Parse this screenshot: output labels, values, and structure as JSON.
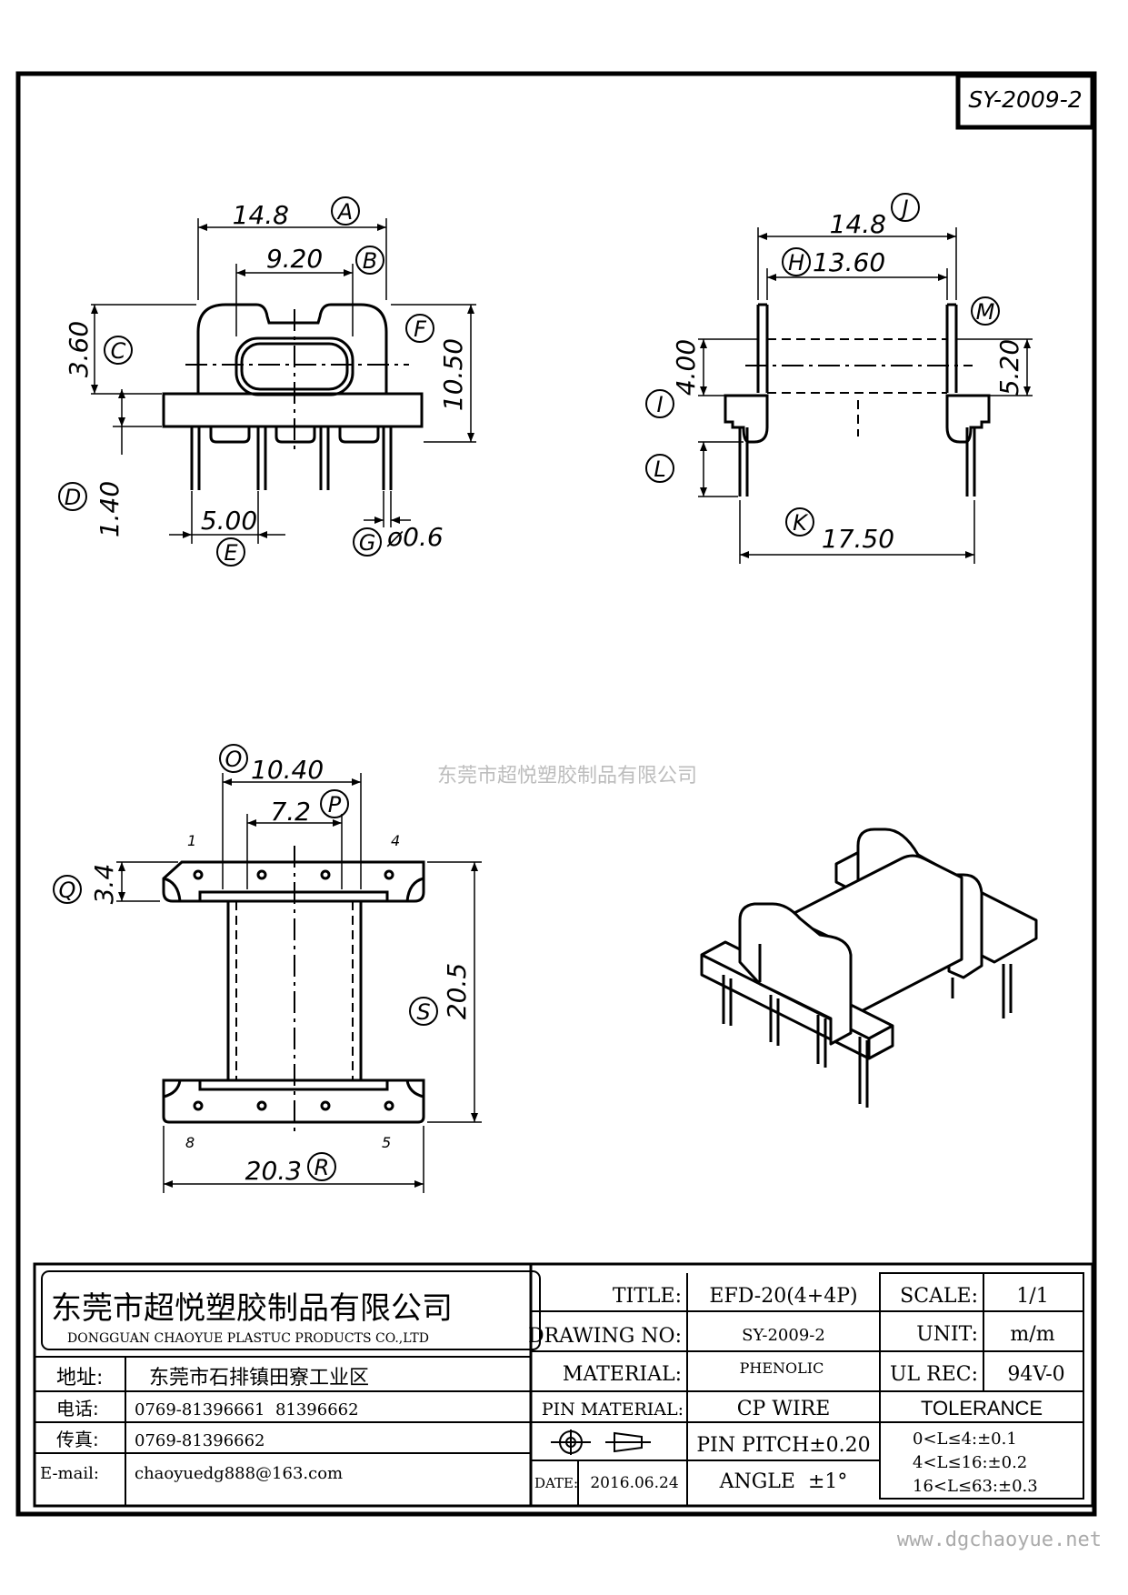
{
  "code_box": "SY-2009-2",
  "watermark": "东莞市超悦塑胶制品有限公司",
  "website": "www.dgchaoyue.net",
  "front_view": {
    "dims": {
      "a": "14.8",
      "b": "9.20",
      "c": "3.60",
      "f": "10.50",
      "d": "1.40",
      "e": "5.00",
      "g": "ø0.6"
    },
    "labels": {
      "a": "A",
      "b": "B",
      "c": "C",
      "d": "D",
      "e": "E",
      "f": "F",
      "g": "G"
    }
  },
  "side_view": {
    "dims": {
      "j": "14.8",
      "h": "13.60",
      "i": "4.00",
      "m": "5.20",
      "k": "17.50"
    },
    "labels": {
      "j": "J",
      "h": "H",
      "i": "I",
      "l": "L",
      "m": "M",
      "k": "K"
    }
  },
  "top_view": {
    "dims": {
      "o": "10.40",
      "p": "7.2",
      "q": "3.4",
      "s": "20.5",
      "r": "20.3"
    },
    "labels": {
      "o": "O",
      "p": "P",
      "q": "Q",
      "s": "S",
      "r": "R"
    },
    "pins": {
      "p1": "1",
      "p4": "4",
      "p8": "8",
      "p5": "5"
    }
  },
  "title_block": {
    "company_cn": "东莞市超悦塑胶制品有限公司",
    "company_en": "DONGGUAN CHAOYUE PLASTUC PRODUCTS CO.,LTD",
    "address_label": "地址:",
    "address": "东莞市石排镇田寮工业区",
    "tel_label": "电话:",
    "tel": "0769-81396661  81396662",
    "fax_label": "传真:",
    "fax": "0769-81396662",
    "email_label": "E-mail:",
    "email": "chaoyuedg888@163.com",
    "title_label": "TITLE:",
    "title_value": "EFD-20(4+4P)",
    "drawing_no_label": "DRAWING NO:",
    "drawing_no_value": "SY-2009-2",
    "material_label": "MATERIAL:",
    "material_value": "PHENOLIC",
    "pin_material_label": "PIN MATERIAL:",
    "pin_material_value": "CP WIRE",
    "pin_pitch": "PIN PITCH±0.20",
    "angle": "ANGLE  ±1°",
    "date_label": "DATE:",
    "date_value": "2016.06.24",
    "scale_label": "SCALE:",
    "scale_value": "1/1",
    "unit_label": "UNIT:",
    "unit_value": "m/m",
    "ul_label": "UL REC:",
    "ul_value": "94V-0",
    "tolerance_title": "TOLERANCE",
    "tol1": "0<L≤4:±0.1",
    "tol2": "4<L≤16:±0.2",
    "tol3": "16<L≤63:±0.3"
  }
}
